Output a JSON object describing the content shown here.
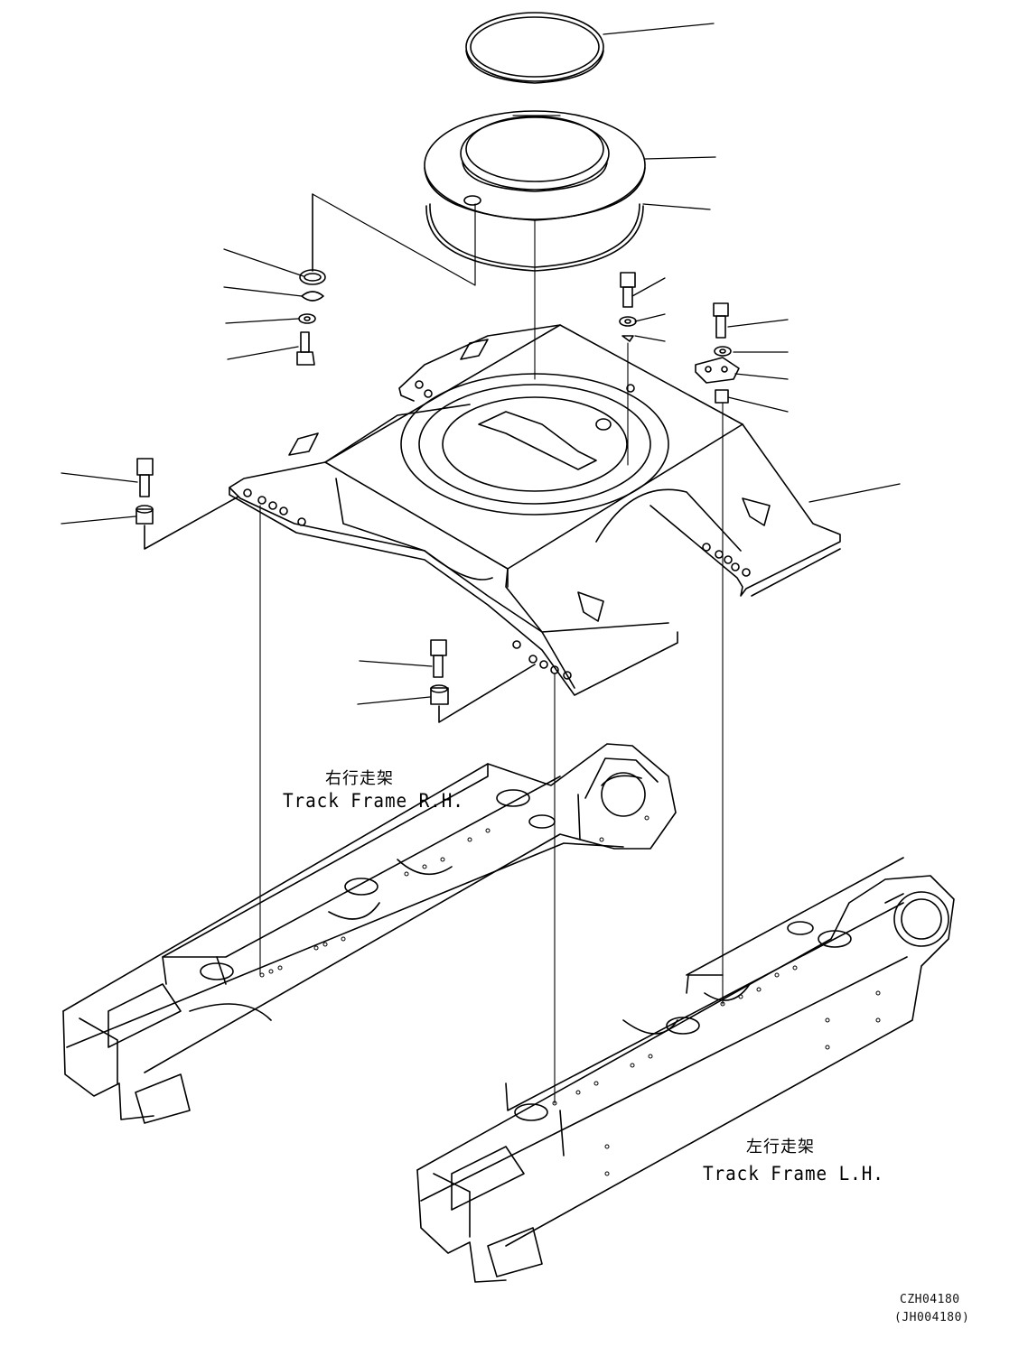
{
  "labels": {
    "rh_jp": "右行走架",
    "rh_en": "Track Frame R.H.",
    "lh_jp": "左行走架",
    "lh_en": "Track Frame L.H.",
    "code1": "CZH04180",
    "code2": "(JH004180)"
  },
  "colors": {
    "line": "#000000",
    "background": "#ffffff"
  }
}
